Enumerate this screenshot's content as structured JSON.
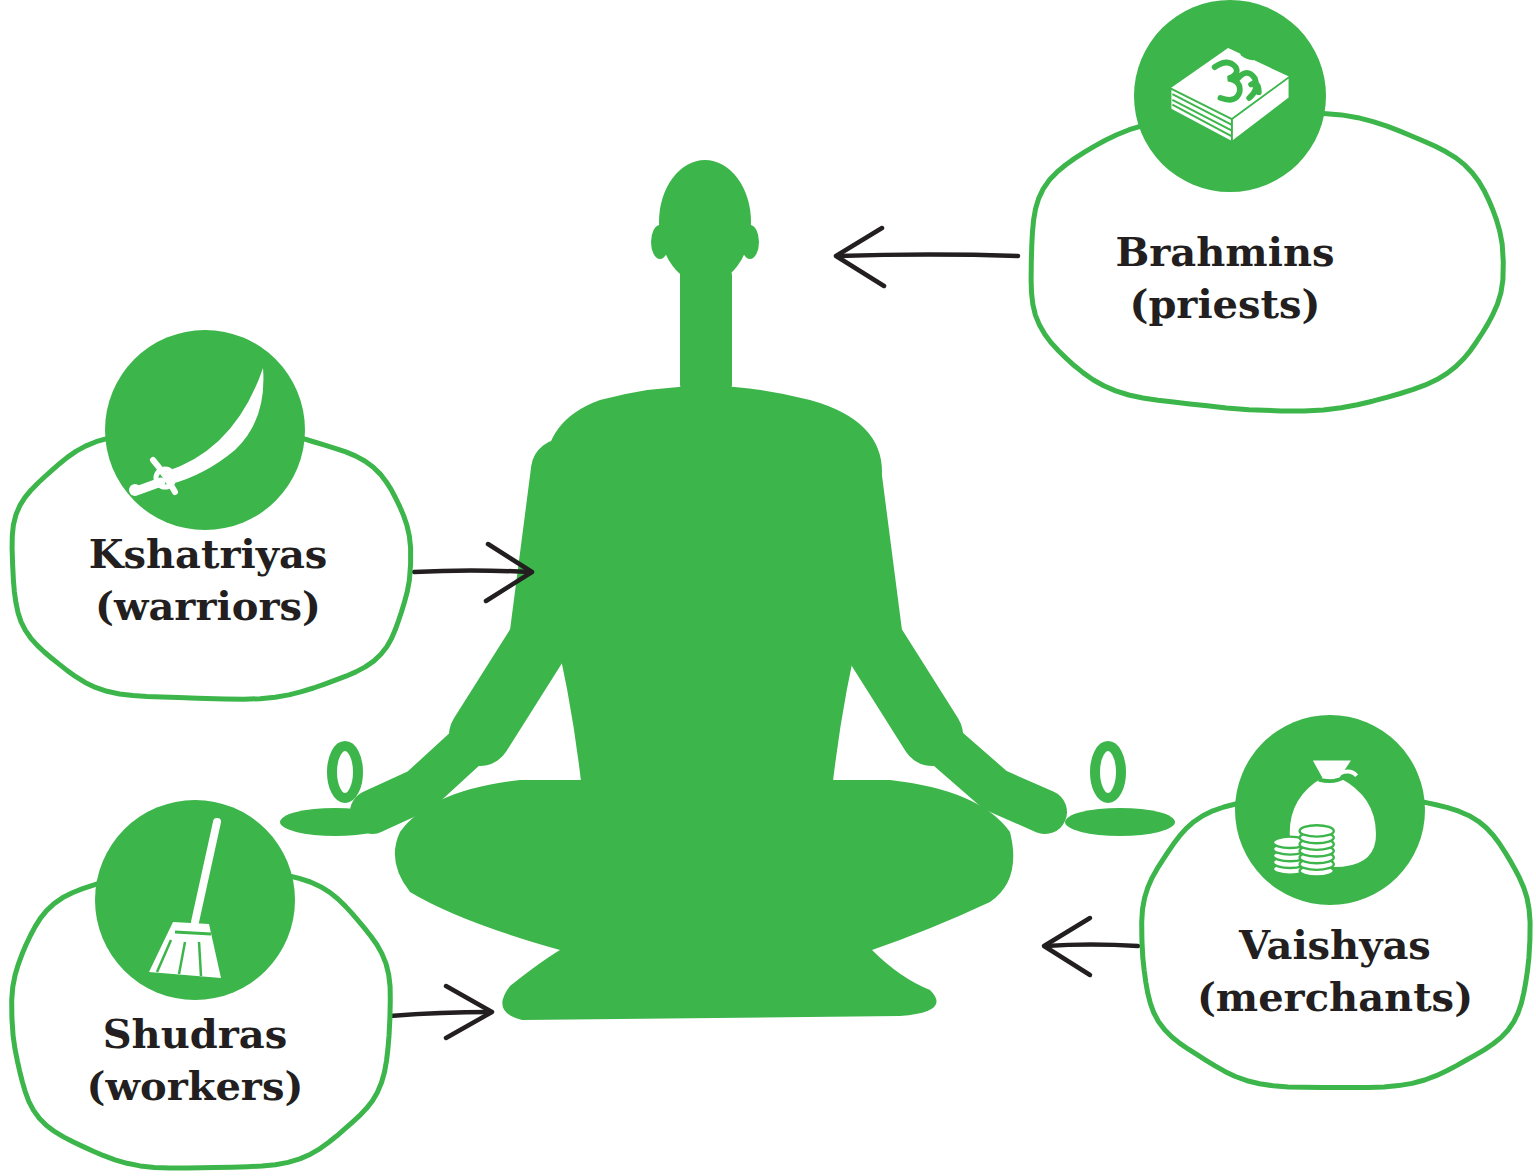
{
  "diagram": {
    "nodes": [
      {
        "text": [
          "Brahmins (priests)"
        ]
      },
      {
        "text": [
          "Kshatriyas (warriors)"
        ]
      },
      {
        "text": [
          "Vaishyas (merchants)"
        ]
      },
      {
        "text": [
          "Shudras (workers)"
        ]
      }
    ]
  }
}
